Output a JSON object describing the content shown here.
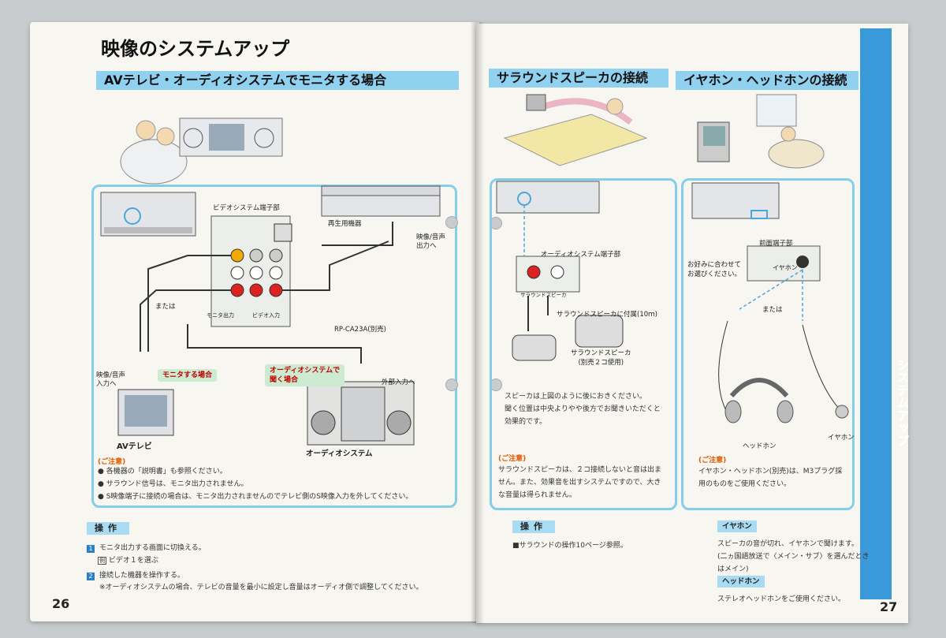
{
  "left_page": {
    "title": "映像のシステムアップ",
    "section_title": "AVテレビ・オーディオシステムでモニタする場合",
    "diagram": {
      "terminal_label": "ビデオシステム端子部",
      "playback_label": "再生用機器",
      "video_audio_out": "映像/音声\n出力へ",
      "or_label": "または",
      "cable_label": "RP-CA23A(別売)",
      "video_audio_in": "映像/音声\n入力へ",
      "monitor_case": "モニタする場合",
      "audio_case": "オーディオシステムで\n聞く場合",
      "ext_in": "外部入力へ",
      "tv_label": "AVテレビ",
      "audio_label": "オーディオシステム",
      "monitor_out": "モニタ出力",
      "video_in": "ビデオ入力"
    },
    "caution_title": "(ご注意)",
    "cautions": [
      "各機器の「説明書」も参照ください。",
      "サラウンド信号は、モニタ出力されません。",
      "S映像端子に接続の場合は、モニタ出力されませんのでテレビ側のS映像入力を外してください。"
    ],
    "operation_label": "操作",
    "steps": [
      {
        "n": "1",
        "text": "モニタ出力する画面に切換える。",
        "sub": "ビデオ１を選ぶ",
        "sub_tag": "例"
      },
      {
        "n": "2",
        "text": "接続した機器を操作する。",
        "sub": "※オーディオシステムの場合、テレビの音量を最小に設定し音量はオーディオ側で調整してください。"
      }
    ],
    "page_number": "26"
  },
  "right_page": {
    "surround_title": "サラウンドスピーカの接続",
    "earphone_title": "イヤホン・ヘッドホンの接続",
    "surround_diagram": {
      "terminal_label": "オーディオシステム端子部",
      "surround_speaker_small": "サラウンドスピーカ",
      "cable_label": "サラウンドスピーカに付属(10ｍ)",
      "speaker_label": "サラウンドスピーカ\n(別売２コ使用)"
    },
    "surround_note": "スピーカは上図のように後におきください。\n聞く位置は中央よりやや後方でお聞きいただくと効果的です。",
    "surround_caution_title": "(ご注意)",
    "surround_caution": "サラウンドスピーカは、２コ接続しないと音は出ません。また、効果音を出すシステムですので、大きな音量は得られません。",
    "earphone_diagram": {
      "front_terminal": "前面端子部",
      "preference": "お好みに合わせて\nお選びください。",
      "earphone_jack": "イヤホン",
      "or_label": "または",
      "headphone_label": "ヘッドホン",
      "earphone_label": "イヤホン"
    },
    "earphone_caution_title": "(ご注意)",
    "earphone_caution": "イヤホン・ヘッドホン(別売)は、M3プラグ採用のものをご使用ください。",
    "operation_label": "操作",
    "surround_op": "■サラウンドの操作10ページ参照。",
    "earphone_section": "イヤホン",
    "earphone_text": "スピーカの音が切れ、イヤホンで聞けます。\n(二ヵ国語放送で〈メイン・サブ〉を選んだときはメイン)",
    "headphone_section": "ヘッドホン",
    "headphone_text": "ステレオヘッドホンをご使用ください。",
    "side_tab": "システムアップ",
    "page_number": "27"
  },
  "colors": {
    "accent_blue": "#3a9ad9",
    "bar_blue": "#8fd1ef",
    "caution_orange": "#e05a00",
    "highlight_green": "#ccebd1"
  }
}
